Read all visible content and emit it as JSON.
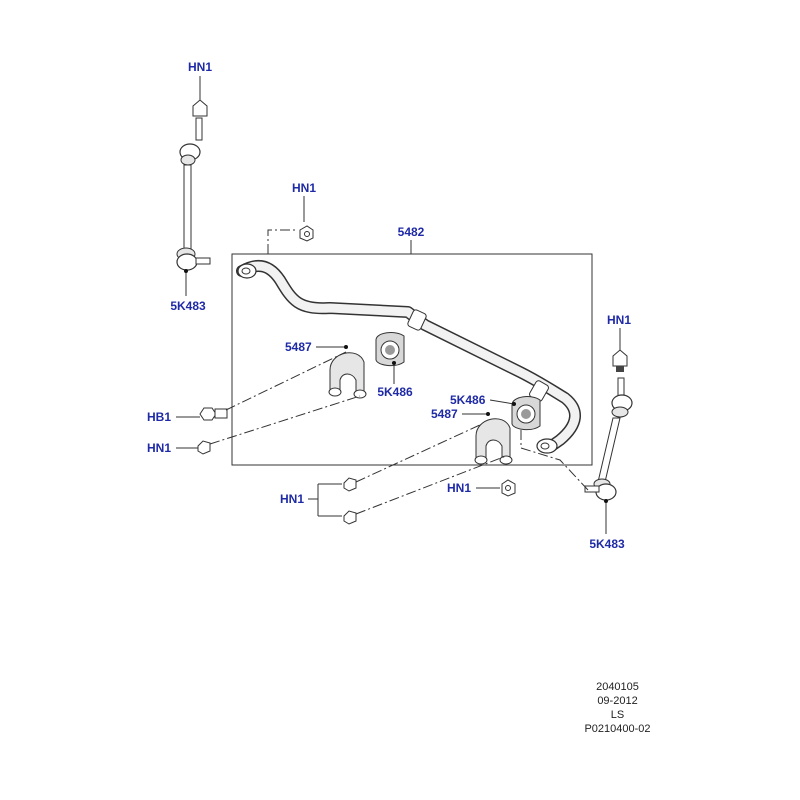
{
  "labels": {
    "hn1_top_left": "HN1",
    "hn1_upper_mid": "HN1",
    "hn1_right": "HN1",
    "hn1_left_lower": "HN1",
    "hn1_pair": "HN1",
    "hn1_nut_lower": "HN1",
    "part_5482": "5482",
    "part_5k483_left": "5K483",
    "part_5k483_right": "5K483",
    "part_5487_left": "5487",
    "part_5487_right": "5487",
    "part_5k486_left": "5K486",
    "part_5k486_right": "5K486",
    "hb1": "HB1"
  },
  "info": {
    "line1": "2040105",
    "line2": "09-2012",
    "line3": "LS",
    "line4": "P0210400-02"
  },
  "colors": {
    "label_blue": "#1f2aa6",
    "line_dark": "#333333",
    "part_gray": "#d8d8d8"
  }
}
